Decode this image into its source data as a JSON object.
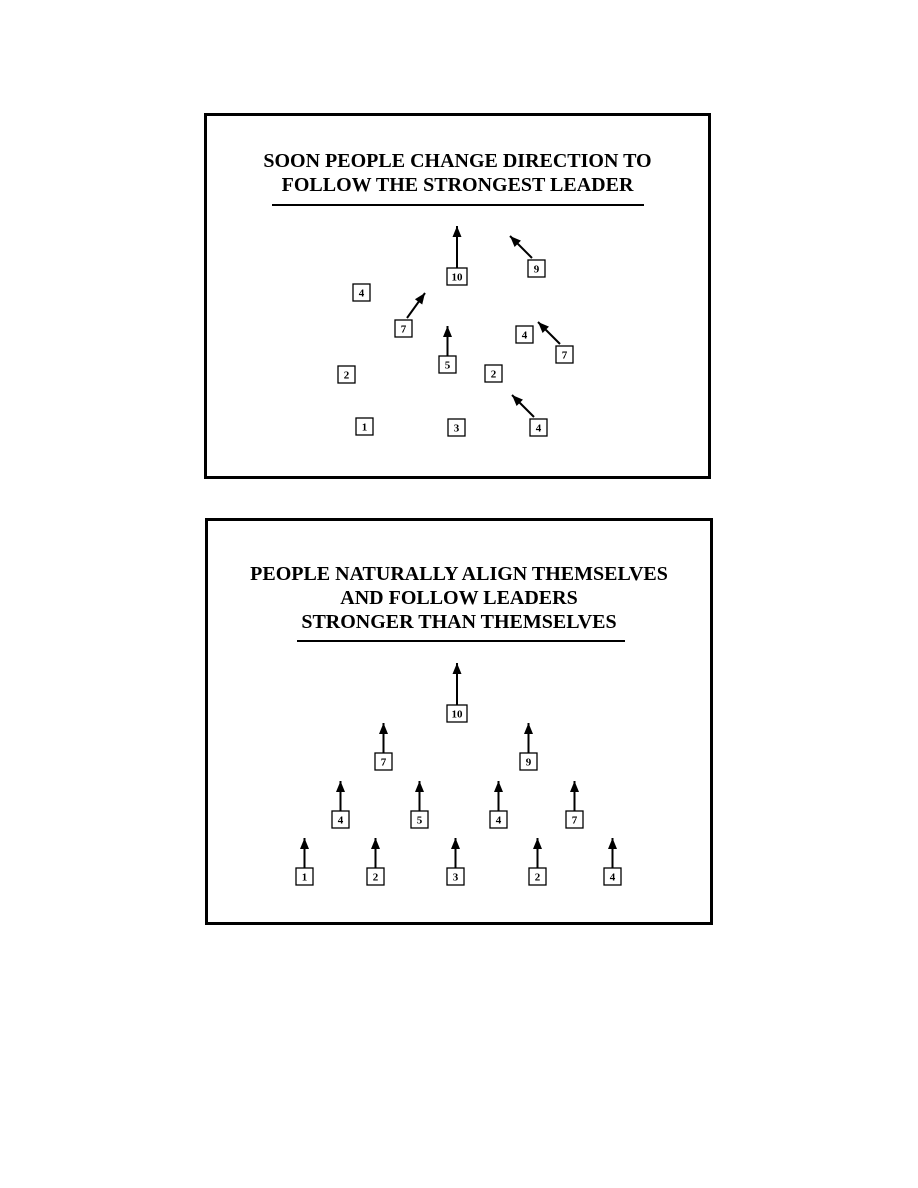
{
  "slides": [
    {
      "title_lines": [
        "SOON PEOPLE CHANGE DIRECTION TO",
        "FOLLOW THE STRONGEST LEADER"
      ],
      "nodes": [
        {
          "label": "10",
          "arrow": "up-long"
        },
        {
          "label": "9",
          "arrow": "up-left"
        },
        {
          "label": "4",
          "arrow": "none"
        },
        {
          "label": "7",
          "arrow": "up-right"
        },
        {
          "label": "5",
          "arrow": "up"
        },
        {
          "label": "4",
          "arrow": "none"
        },
        {
          "label": "7",
          "arrow": "up-left"
        },
        {
          "label": "2",
          "arrow": "none"
        },
        {
          "label": "2",
          "arrow": "none"
        },
        {
          "label": "1",
          "arrow": "none"
        },
        {
          "label": "3",
          "arrow": "none"
        },
        {
          "label": "4",
          "arrow": "up-left"
        }
      ]
    },
    {
      "title_lines": [
        "PEOPLE NATURALLY ALIGN THEMSELVES",
        "AND FOLLOW LEADERS",
        "STRONGER THAN THEMSELVES"
      ],
      "nodes": [
        {
          "label": "10",
          "arrow": "up-long"
        },
        {
          "label": "7",
          "arrow": "up"
        },
        {
          "label": "9",
          "arrow": "up"
        },
        {
          "label": "4",
          "arrow": "up"
        },
        {
          "label": "5",
          "arrow": "up"
        },
        {
          "label": "4",
          "arrow": "up"
        },
        {
          "label": "7",
          "arrow": "up"
        },
        {
          "label": "1",
          "arrow": "up"
        },
        {
          "label": "2",
          "arrow": "up"
        },
        {
          "label": "3",
          "arrow": "up"
        },
        {
          "label": "2",
          "arrow": "up"
        },
        {
          "label": "4",
          "arrow": "up"
        }
      ]
    }
  ]
}
